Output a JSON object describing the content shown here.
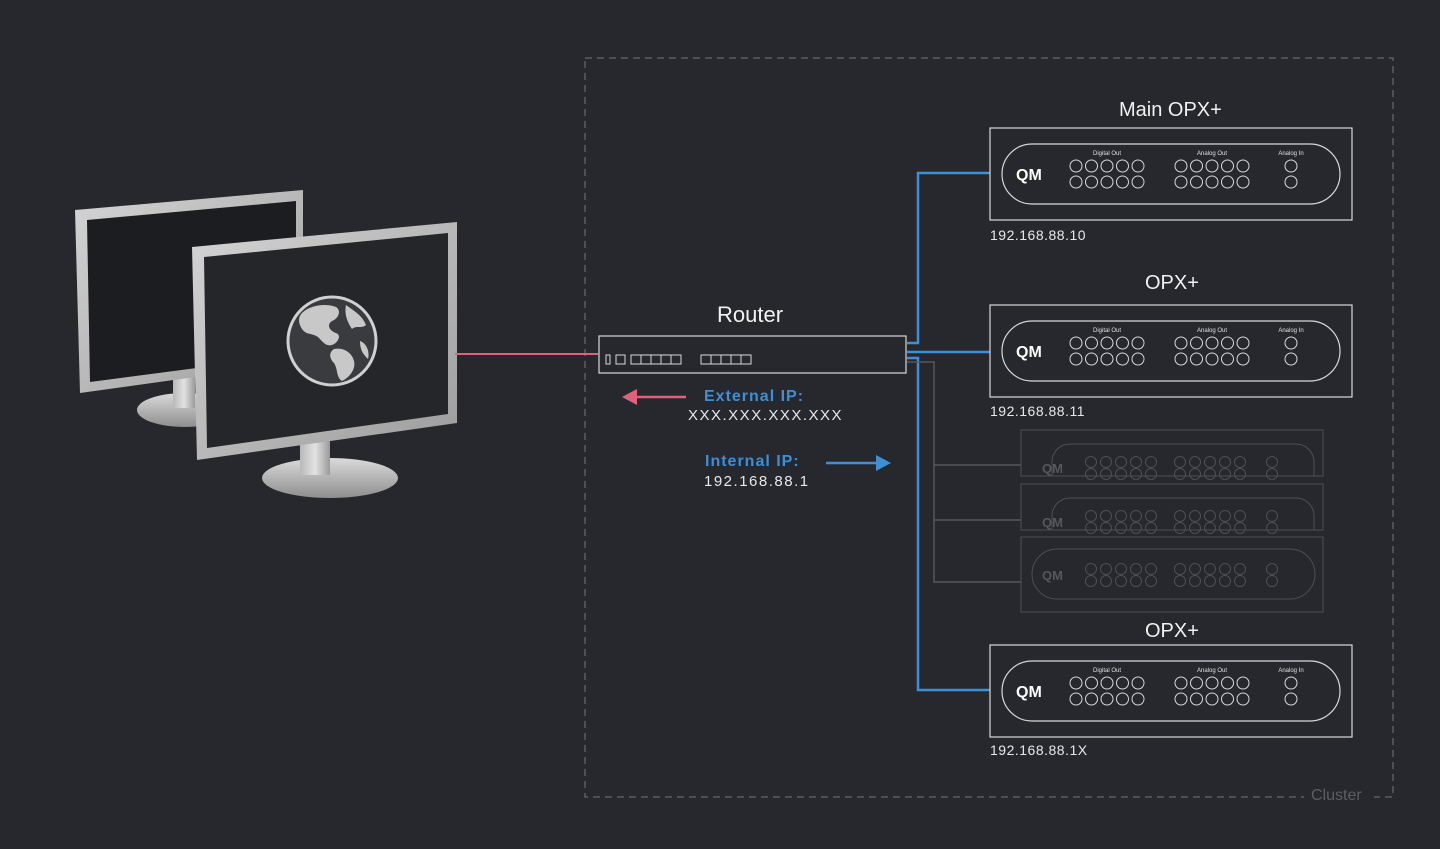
{
  "router": {
    "title": "Router",
    "external_label": "External IP:",
    "external_value": "XXX.XXX.XXX.XXX",
    "internal_label": "Internal IP:",
    "internal_value": "192.168.88.1"
  },
  "devices": [
    {
      "title": "Main OPX+",
      "ip": "192.168.88.10"
    },
    {
      "title": "OPX+",
      "ip": "192.168.88.11"
    },
    {
      "title": "OPX+",
      "ip": "192.168.88.1X"
    }
  ],
  "device_panel": {
    "logo": "QM",
    "digital_out": "Digital Out",
    "analog_out": "Analog Out",
    "analog_in": "Analog In"
  },
  "cluster_label": "Cluster",
  "icons": [
    "monitor-icon",
    "globe-icon",
    "router-icon",
    "arrow-left-icon",
    "arrow-right-icon"
  ],
  "colors": {
    "background": "#27282d",
    "blue": "#3d8fd6",
    "pink": "#e0627a",
    "outline": "#d8d8d8"
  }
}
